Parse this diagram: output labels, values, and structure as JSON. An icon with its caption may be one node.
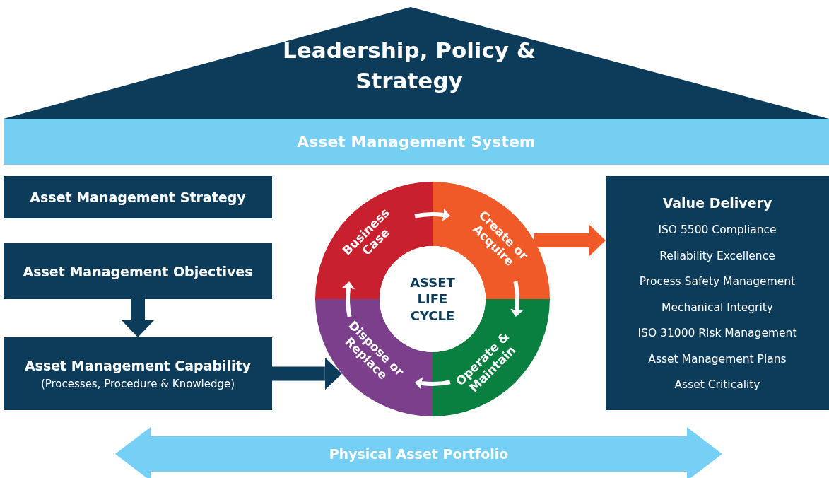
{
  "diagram": {
    "nodes": [
      {
        "text": [
          "Leadership, Policy & Strategy"
        ]
      },
      {
        "text": [
          "Asset Management System"
        ]
      },
      {
        "text": [
          "Asset Management Strategy"
        ]
      },
      {
        "text": [
          "Asset Management Objectives"
        ]
      },
      {
        "text": [
          "Asset Management Capability",
          "(Processes, Procedure & Knowledge)"
        ]
      },
      {
        "text": [
          "Business Case"
        ]
      },
      {
        "text": [
          "Create or Acquire"
        ]
      },
      {
        "text": [
          "ASSET LIFE CYCLE"
        ]
      },
      {
        "text": [
          "Dispose or Replace"
        ]
      },
      {
        "text": [
          "Operate & Maintain"
        ]
      },
      {
        "text": [
          "Value Delivery",
          "ISO 5500 Compliance",
          "Reliability Excellence",
          "Process Safety Management",
          "Mechanical Integrity",
          "ISO 31000 Risk Management",
          "Asset Management Plans",
          "Asset Criticality"
        ]
      },
      {
        "text": [
          "Physical Asset Portfolio"
        ]
      }
    ],
    "edges": [
      {
        "from": 5,
        "to": 6,
        "arrow": "to"
      },
      {
        "from": 6,
        "to": 9,
        "arrow": "to"
      },
      {
        "from": 9,
        "to": 8,
        "arrow": "to"
      },
      {
        "from": 8,
        "to": 5,
        "arrow": "to"
      },
      {
        "from": 3,
        "to": 4,
        "arrow": "to",
        "style": "thick",
        "color": "#0c3c5a"
      },
      {
        "from": 4,
        "to": 8,
        "arrow": "to",
        "style": "thick",
        "color": "#0c3c5a"
      },
      {
        "from": 6,
        "to": 10,
        "arrow": "to",
        "style": "thick",
        "color": "#f05a28"
      }
    ]
  }
}
